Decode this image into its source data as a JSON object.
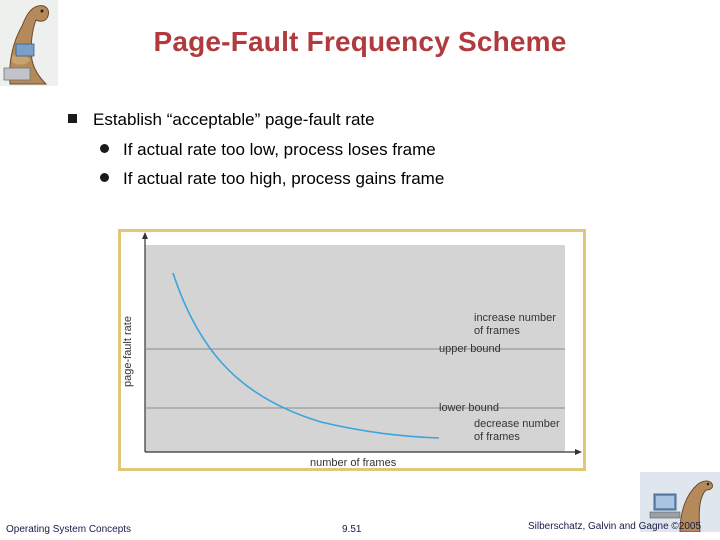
{
  "slide": {
    "title": "Page-Fault Frequency Scheme",
    "bullets": [
      {
        "text": "Establish “acceptable” page-fault rate",
        "sub": [
          "If actual rate too low, process loses frame",
          "If actual rate too high, process gains frame"
        ]
      }
    ]
  },
  "figure": {
    "y_axis_label": "page-fault rate",
    "x_axis_label": "number of frames",
    "upper_bound_label": "upper bound",
    "lower_bound_label": "lower bound",
    "increase_label_line1": "increase number",
    "increase_label_line2": "of frames",
    "decrease_label_line1": "decrease number",
    "decrease_label_line2": "of frames"
  },
  "footer": {
    "left": "Operating System Concepts",
    "page": "9.51",
    "right": "Silberschatz, Galvin and Gagne ©2005"
  },
  "colors": {
    "title": "#b03a3e",
    "curve": "#3aa4dc",
    "plot_bg": "#d4d4d4",
    "frame_border": "#e0c878"
  }
}
